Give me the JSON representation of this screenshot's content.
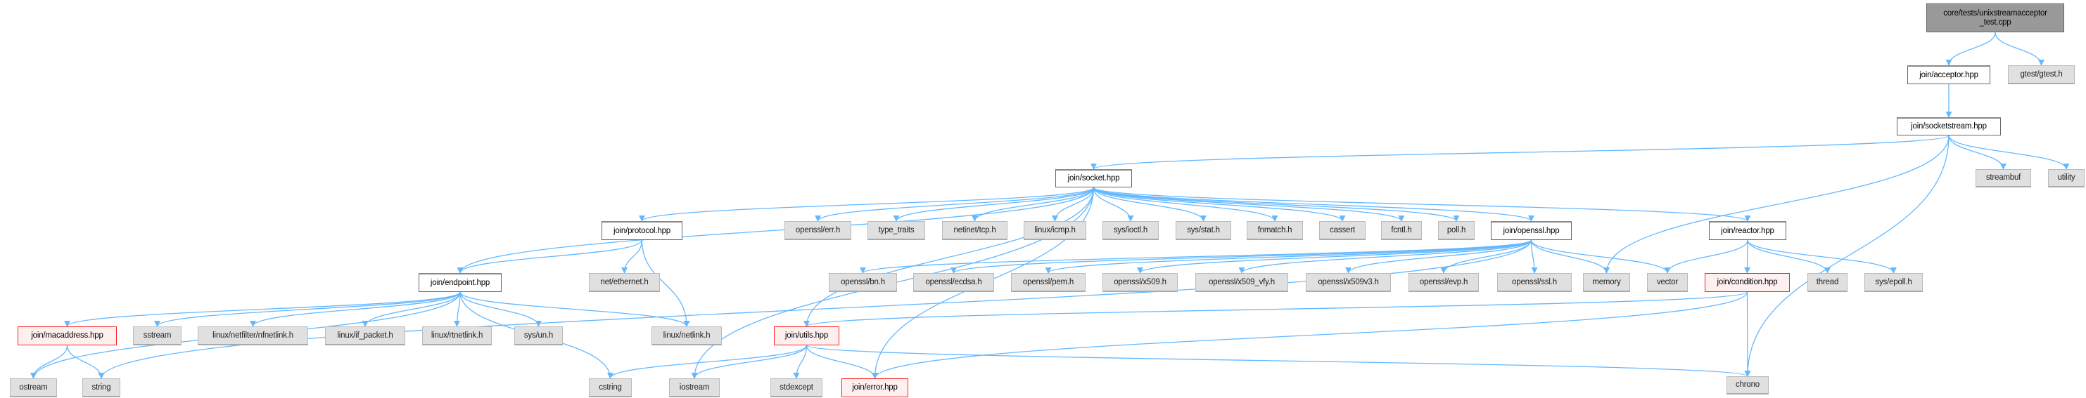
{
  "nodes": [
    {
      "id": "root",
      "label": "core/tests/unixstreamacceptor\n_test.cpp",
      "kind": "root"
    },
    {
      "id": "acceptor",
      "label": "join/acceptor.hpp",
      "kind": "white"
    },
    {
      "id": "gtest",
      "label": "gtest/gtest.h",
      "kind": "gray"
    },
    {
      "id": "socketstream",
      "label": "join/socketstream.hpp",
      "kind": "white"
    },
    {
      "id": "socket",
      "label": "join/socket.hpp",
      "kind": "white"
    },
    {
      "id": "streambuf",
      "label": "streambuf",
      "kind": "gray"
    },
    {
      "id": "utility",
      "label": "utility",
      "kind": "gray"
    },
    {
      "id": "protocol",
      "label": "join/protocol.hpp",
      "kind": "white"
    },
    {
      "id": "err",
      "label": "openssl/err.h",
      "kind": "gray"
    },
    {
      "id": "type_traits",
      "label": "type_traits",
      "kind": "gray"
    },
    {
      "id": "tcp",
      "label": "netinet/tcp.h",
      "kind": "gray"
    },
    {
      "id": "icmp",
      "label": "linux/icmp.h",
      "kind": "gray"
    },
    {
      "id": "ioctl",
      "label": "sys/ioctl.h",
      "kind": "gray"
    },
    {
      "id": "stat",
      "label": "sys/stat.h",
      "kind": "gray"
    },
    {
      "id": "fnmatch",
      "label": "fnmatch.h",
      "kind": "gray"
    },
    {
      "id": "cassert",
      "label": "cassert",
      "kind": "gray"
    },
    {
      "id": "fcntl",
      "label": "fcntl.h",
      "kind": "gray"
    },
    {
      "id": "poll",
      "label": "poll.h",
      "kind": "gray"
    },
    {
      "id": "openssl",
      "label": "join/openssl.hpp",
      "kind": "white"
    },
    {
      "id": "reactor",
      "label": "join/reactor.hpp",
      "kind": "white"
    },
    {
      "id": "endpoint",
      "label": "join/endpoint.hpp",
      "kind": "white"
    },
    {
      "id": "ethernet",
      "label": "net/ethernet.h",
      "kind": "gray"
    },
    {
      "id": "bn",
      "label": "openssl/bn.h",
      "kind": "gray"
    },
    {
      "id": "ecdsa",
      "label": "openssl/ecdsa.h",
      "kind": "gray"
    },
    {
      "id": "pem",
      "label": "openssl/pem.h",
      "kind": "gray"
    },
    {
      "id": "x509",
      "label": "openssl/x509.h",
      "kind": "gray"
    },
    {
      "id": "x509_vfy",
      "label": "openssl/x509_vfy.h",
      "kind": "gray"
    },
    {
      "id": "x509v3",
      "label": "openssl/x509v3.h",
      "kind": "gray"
    },
    {
      "id": "evp",
      "label": "openssl/evp.h",
      "kind": "gray"
    },
    {
      "id": "ssl",
      "label": "openssl/ssl.h",
      "kind": "gray"
    },
    {
      "id": "memory",
      "label": "memory",
      "kind": "gray"
    },
    {
      "id": "vector",
      "label": "vector",
      "kind": "gray"
    },
    {
      "id": "condition",
      "label": "join/condition.hpp",
      "kind": "red"
    },
    {
      "id": "thread",
      "label": "thread",
      "kind": "gray"
    },
    {
      "id": "epoll",
      "label": "sys/epoll.h",
      "kind": "gray"
    },
    {
      "id": "macaddress",
      "label": "join/macaddress.hpp",
      "kind": "red"
    },
    {
      "id": "sstream",
      "label": "sstream",
      "kind": "gray"
    },
    {
      "id": "nfnetlink",
      "label": "linux/netfilter/nfnetlink.h",
      "kind": "gray"
    },
    {
      "id": "if_packet",
      "label": "linux/if_packet.h",
      "kind": "gray"
    },
    {
      "id": "rtnetlink",
      "label": "linux/rtnetlink.h",
      "kind": "gray"
    },
    {
      "id": "un",
      "label": "sys/un.h",
      "kind": "gray"
    },
    {
      "id": "netlink",
      "label": "linux/netlink.h",
      "kind": "gray"
    },
    {
      "id": "utils",
      "label": "join/utils.hpp",
      "kind": "red"
    },
    {
      "id": "ostream",
      "label": "ostream",
      "kind": "gray"
    },
    {
      "id": "string",
      "label": "string",
      "kind": "gray"
    },
    {
      "id": "cstring",
      "label": "cstring",
      "kind": "gray"
    },
    {
      "id": "iostream",
      "label": "iostream",
      "kind": "gray"
    },
    {
      "id": "stdexcept",
      "label": "stdexcept",
      "kind": "gray"
    },
    {
      "id": "error",
      "label": "join/error.hpp",
      "kind": "red"
    },
    {
      "id": "chrono",
      "label": "chrono",
      "kind": "gray"
    }
  ],
  "edges": [
    [
      "root",
      "acceptor"
    ],
    [
      "root",
      "gtest"
    ],
    [
      "acceptor",
      "socketstream"
    ],
    [
      "socketstream",
      "socket"
    ],
    [
      "socketstream",
      "memory"
    ],
    [
      "socketstream",
      "chrono"
    ],
    [
      "socketstream",
      "streambuf"
    ],
    [
      "socketstream",
      "utility"
    ],
    [
      "socket",
      "endpoint"
    ],
    [
      "socket",
      "protocol"
    ],
    [
      "socket",
      "iostream"
    ],
    [
      "socket",
      "utils"
    ],
    [
      "socket",
      "error"
    ],
    [
      "socket",
      "err"
    ],
    [
      "socket",
      "type_traits"
    ],
    [
      "socket",
      "tcp"
    ],
    [
      "socket",
      "icmp"
    ],
    [
      "socket",
      "ioctl"
    ],
    [
      "socket",
      "stat"
    ],
    [
      "socket",
      "fnmatch"
    ],
    [
      "socket",
      "cassert"
    ],
    [
      "socket",
      "fcntl"
    ],
    [
      "socket",
      "poll"
    ],
    [
      "socket",
      "openssl"
    ],
    [
      "socket",
      "reactor"
    ],
    [
      "protocol",
      "endpoint"
    ],
    [
      "protocol",
      "ethernet"
    ],
    [
      "protocol",
      "netlink"
    ],
    [
      "endpoint",
      "ostream"
    ],
    [
      "endpoint",
      "macaddress"
    ],
    [
      "endpoint",
      "sstream"
    ],
    [
      "endpoint",
      "nfnetlink"
    ],
    [
      "endpoint",
      "if_packet"
    ],
    [
      "endpoint",
      "rtnetlink"
    ],
    [
      "endpoint",
      "un"
    ],
    [
      "endpoint",
      "cstring"
    ],
    [
      "endpoint",
      "netlink"
    ],
    [
      "macaddress",
      "ostream"
    ],
    [
      "macaddress",
      "string"
    ],
    [
      "openssl",
      "string"
    ],
    [
      "openssl",
      "bn"
    ],
    [
      "openssl",
      "ecdsa"
    ],
    [
      "openssl",
      "pem"
    ],
    [
      "openssl",
      "x509"
    ],
    [
      "openssl",
      "x509_vfy"
    ],
    [
      "openssl",
      "x509v3"
    ],
    [
      "openssl",
      "evp"
    ],
    [
      "openssl",
      "ssl"
    ],
    [
      "openssl",
      "memory"
    ],
    [
      "openssl",
      "vector"
    ],
    [
      "reactor",
      "vector"
    ],
    [
      "reactor",
      "condition"
    ],
    [
      "reactor",
      "thread"
    ],
    [
      "reactor",
      "epoll"
    ],
    [
      "condition",
      "utils"
    ],
    [
      "condition",
      "error"
    ],
    [
      "condition",
      "chrono"
    ],
    [
      "utils",
      "cstring"
    ],
    [
      "utils",
      "iostream"
    ],
    [
      "utils",
      "stdexcept"
    ],
    [
      "utils",
      "error"
    ],
    [
      "utils",
      "chrono"
    ]
  ],
  "colors": {
    "edge": "#63b8ff",
    "root_fill": "#999999",
    "gray_fill": "#e0e0e0",
    "red_border": "#ff0000"
  }
}
